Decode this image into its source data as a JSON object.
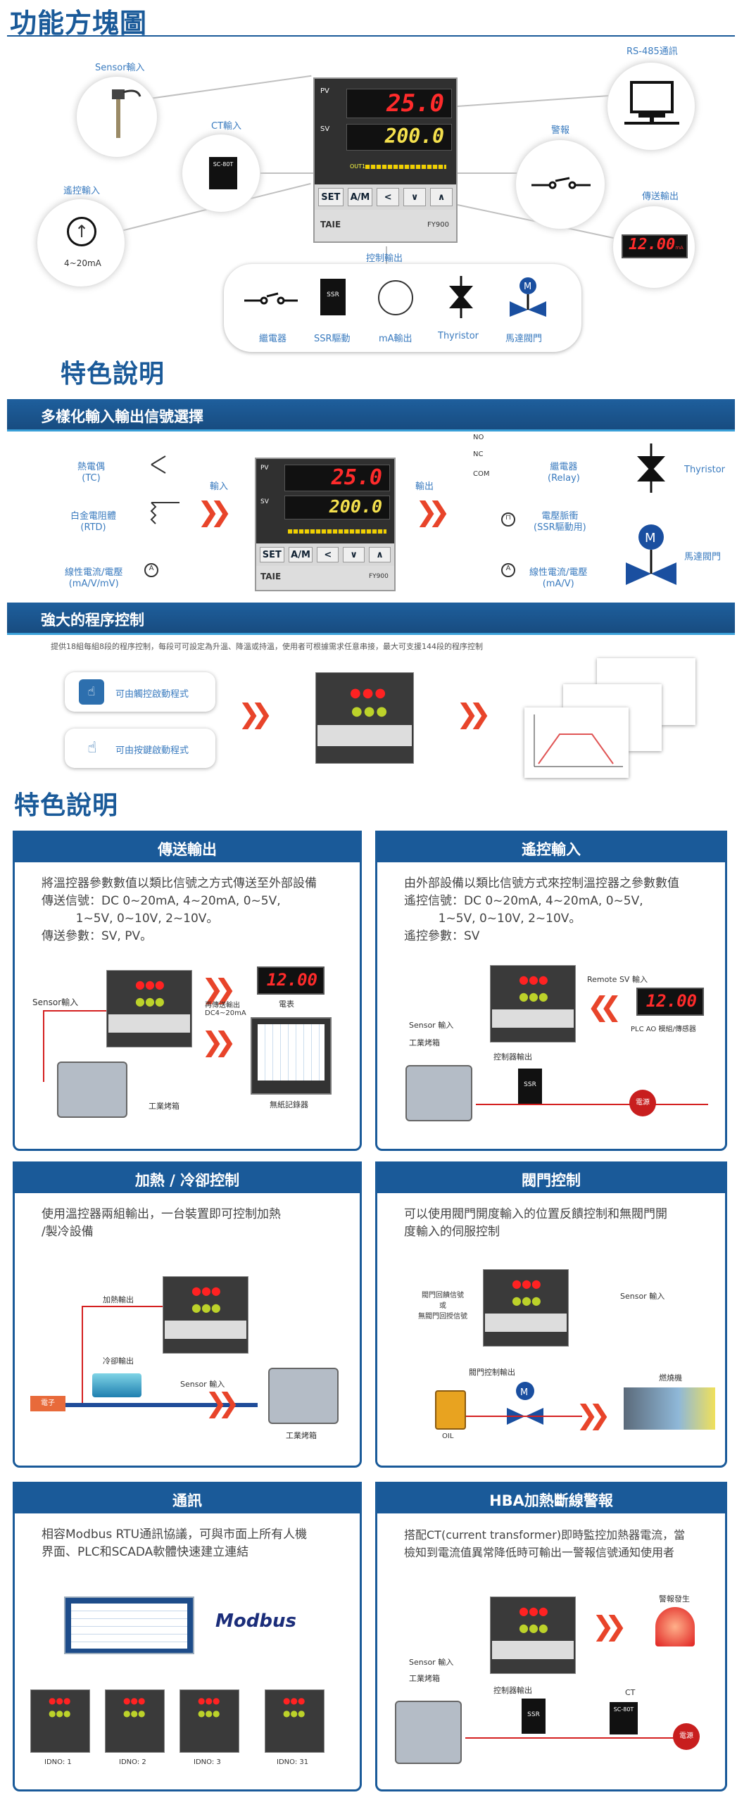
{
  "sec1": {
    "title": "功能方塊圖"
  },
  "block": {
    "sensor": "Sensor輸入",
    "ct": "CT輸入",
    "remote": "遙控輸入",
    "remote_val": "4~20mA",
    "rs485": "RS-485通訊",
    "alarm": "警報",
    "retrans": "傳送輸出",
    "retrans_val": "12.00",
    "retrans_unit": "mA",
    "ctrl_out": "控制輸出",
    "outs": [
      "繼電器",
      "SSR驅動",
      "mA輸出",
      "Thyristor",
      "馬達閥門"
    ]
  },
  "controller": {
    "pv_label": "PV",
    "sv_label": "SV",
    "pv": "25.0",
    "sv": "200.0",
    "out_label": "OUT1",
    "set": "SET",
    "am": "A/M",
    "brand": "TAIE",
    "model": "FY900",
    "ct_label": "SC-80T",
    "ssr": "SSR"
  },
  "sec2": {
    "title": "特色說明",
    "bar": "多樣化輸入輸出信號選擇"
  },
  "io": {
    "in_tc": "熱電偶\n(TC)",
    "in_rtd": "白金電阻體\n(RTD)",
    "in_ma": "線性電流/電壓\n(mA/V/mV)",
    "in_label": "輸入",
    "out_label": "輸出",
    "out_relay": "繼電器\n(Relay)",
    "out_ssr": "電壓脈衝\n(SSR驅動用)",
    "out_ma": "線性電流/電壓\n(mA/V)",
    "thy": "Thyristor",
    "motor": "馬達閥門",
    "no": "NO",
    "nc": "NC",
    "com": "COM"
  },
  "sec3": {
    "bar": "強大的程序控制",
    "desc": "提供18組每組8段的程序控制，每段可可設定為升溫、降溫或持溫，使用者可根據需求任意串接，最大可支援144段的程序控制",
    "btn1": "可由觸控啟動程式",
    "btn2": "可由按鍵啟動程式"
  },
  "sec4": {
    "title": "特色說明"
  },
  "cards": {
    "c1": {
      "title": "傳送輸出",
      "text": "將溫控器參數數值以類比信號之方式傳送至外部設備\n傳送信號：DC 0~20mA, 4~20mA, 0~5V,\n         1~5V, 0~10V, 2~10V。\n傳送參數：SV, PV。",
      "sensor": "Sensor輸入",
      "oven": "工業烤箱",
      "meter": "電表",
      "recorder": "無紙記錄器",
      "trans": "再傳送輸出\nDC4~20mA",
      "meter_val": "12.00"
    },
    "c2": {
      "title": "遙控輸入",
      "text": "由外部設備以類比信號方式來控制溫控器之參數數值\n遙控信號：DC 0~20mA, 4~20mA, 0~5V,\n         1~5V, 0~10V, 2~10V。\n遙控參數：SV",
      "remote": "Remote SV 輸入",
      "plc": "PLC AO 模組/傳感器",
      "sensor": "Sensor 輸入",
      "oven": "工業烤箱",
      "ctrl": "控制器輸出",
      "ssr": "SSR",
      "power": "電源",
      "val": "12.00"
    },
    "c3": {
      "title": "加熱 / 冷卻控制",
      "text": "使用溫控器兩組輸出，一台裝置即可控制加熱\n/製冷設備",
      "heat": "加熱輸出",
      "cool": "冷卻輸出",
      "sensor": "Sensor 輸入",
      "oven": "工業烤箱",
      "heater": "電子"
    },
    "c4": {
      "title": "閥門控制",
      "text": "可以使用閥門開度輸入的位置反饋控制和無閥門開\n度輸入的伺服控制",
      "fb": "閥門回饋信號\n或\n無閥門回授信號",
      "sensor": "Sensor 輸入",
      "valve": "閥門控制輸出",
      "burner": "燃燒機",
      "oil": "OIL"
    },
    "c5": {
      "title": "通訊",
      "text": "相容Modbus RTU通訊協議，可與市面上所有人機\n界面、PLC和SCADA軟體快速建立連結",
      "logo": "Modbus",
      "ids": [
        "IDNO: 1",
        "IDNO: 2",
        "IDNO: 3",
        "IDNO: 31"
      ]
    },
    "c6": {
      "title": "HBA加熱斷線警報",
      "text": "搭配CT(current transformer)即時監控加熱器電流，當\n檢知到電流值異常降低時可輸出一警報信號通知使用者",
      "alarm": "警報發生",
      "sensor": "Sensor 輸入",
      "oven": "工業烤箱",
      "ctrl": "控制器輸出",
      "ct": "CT",
      "ssr": "SSR",
      "power": "電源"
    }
  }
}
